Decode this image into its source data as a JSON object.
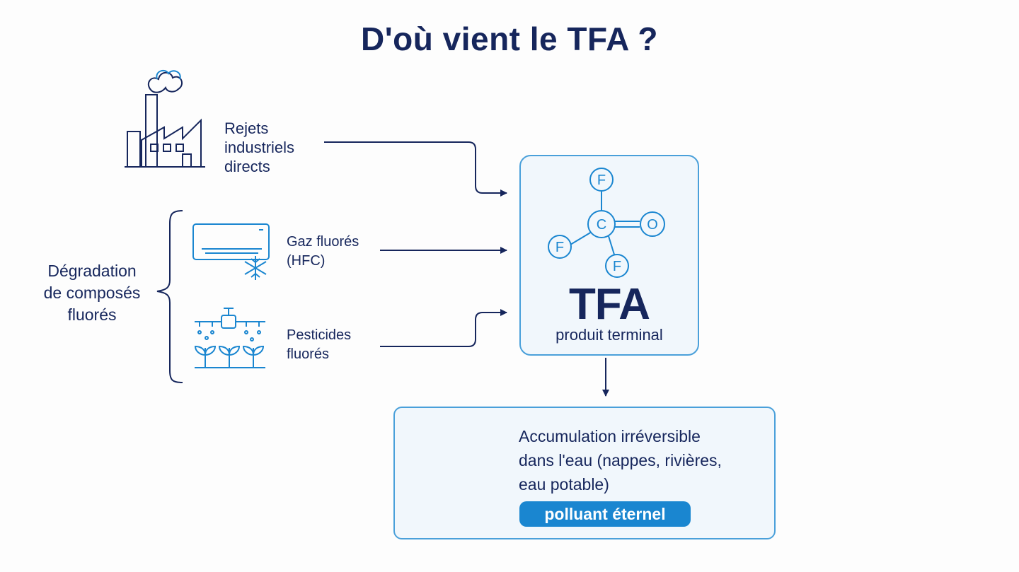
{
  "title": "D'où vient le TFA ?",
  "sources": {
    "industrial": {
      "line1": "Rejets",
      "line2": "industriels",
      "line3": "directs"
    },
    "hfc": {
      "line1": "Gaz fluorés",
      "line2": "(HFC)"
    },
    "pesticides": {
      "line1": "Pesticides",
      "line2": "fluorés"
    }
  },
  "group": {
    "line1": "Dégradation",
    "line2": "de composés",
    "line3": "fluorés"
  },
  "molecule": {
    "center": "C",
    "oxygen": "O",
    "fluorine": "F"
  },
  "tfa": {
    "name": "TFA",
    "subtitle": "produit terminal"
  },
  "water": {
    "line1": "Accumulation irréversible",
    "line2": "dans l'eau (nappes, rivières,",
    "line3": "eau potable)",
    "badge": "polluant éternel"
  },
  "colors": {
    "navy": "#16265c",
    "blue": "#1a86d0",
    "light_blue": "#4aa0da",
    "box_bg": "#f1f7fc"
  },
  "icons": [
    "factory-icon",
    "air-conditioner-icon",
    "snowflake-icon",
    "crop-sprayer-icon",
    "water-drop-icon",
    "waves-icon"
  ]
}
